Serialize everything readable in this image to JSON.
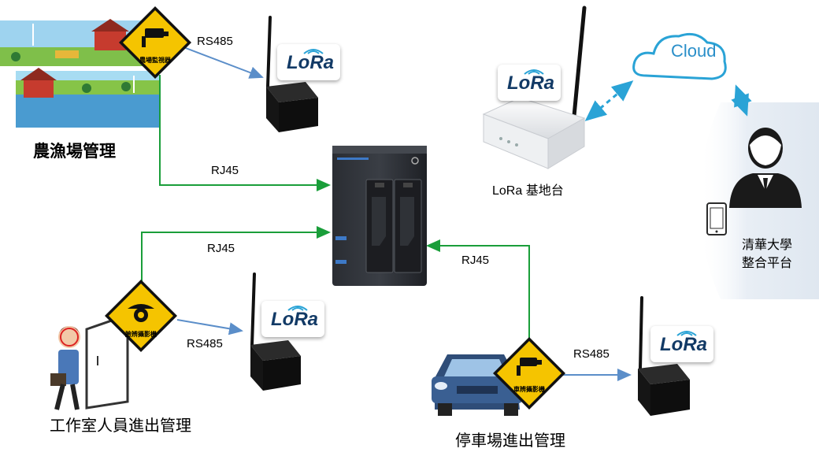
{
  "labels": {
    "farm": "農漁場管理",
    "office": "工作室人員進出管理",
    "parking": "停車場進出管理",
    "base_station": "LoRa 基地台",
    "cloud": "Cloud",
    "platform_line1": "清華大學",
    "platform_line2": "整合平台"
  },
  "links": {
    "rs485_farm": "RS485",
    "rs485_office": "RS485",
    "rs485_parking": "RS485",
    "rj45_farm": "RJ45",
    "rj45_office": "RJ45",
    "rj45_parking": "RJ45"
  },
  "signs": {
    "farm": "農場監視器",
    "office": "臉辨攝影機",
    "parking": "車辨攝影機"
  },
  "lora_logo": "LoRa",
  "colors": {
    "rs485_line": "#5b8ec9",
    "rj45_line": "#1a9e3a",
    "cloud_link": "#2aa3d6",
    "sign_fill": "#f5c400"
  }
}
